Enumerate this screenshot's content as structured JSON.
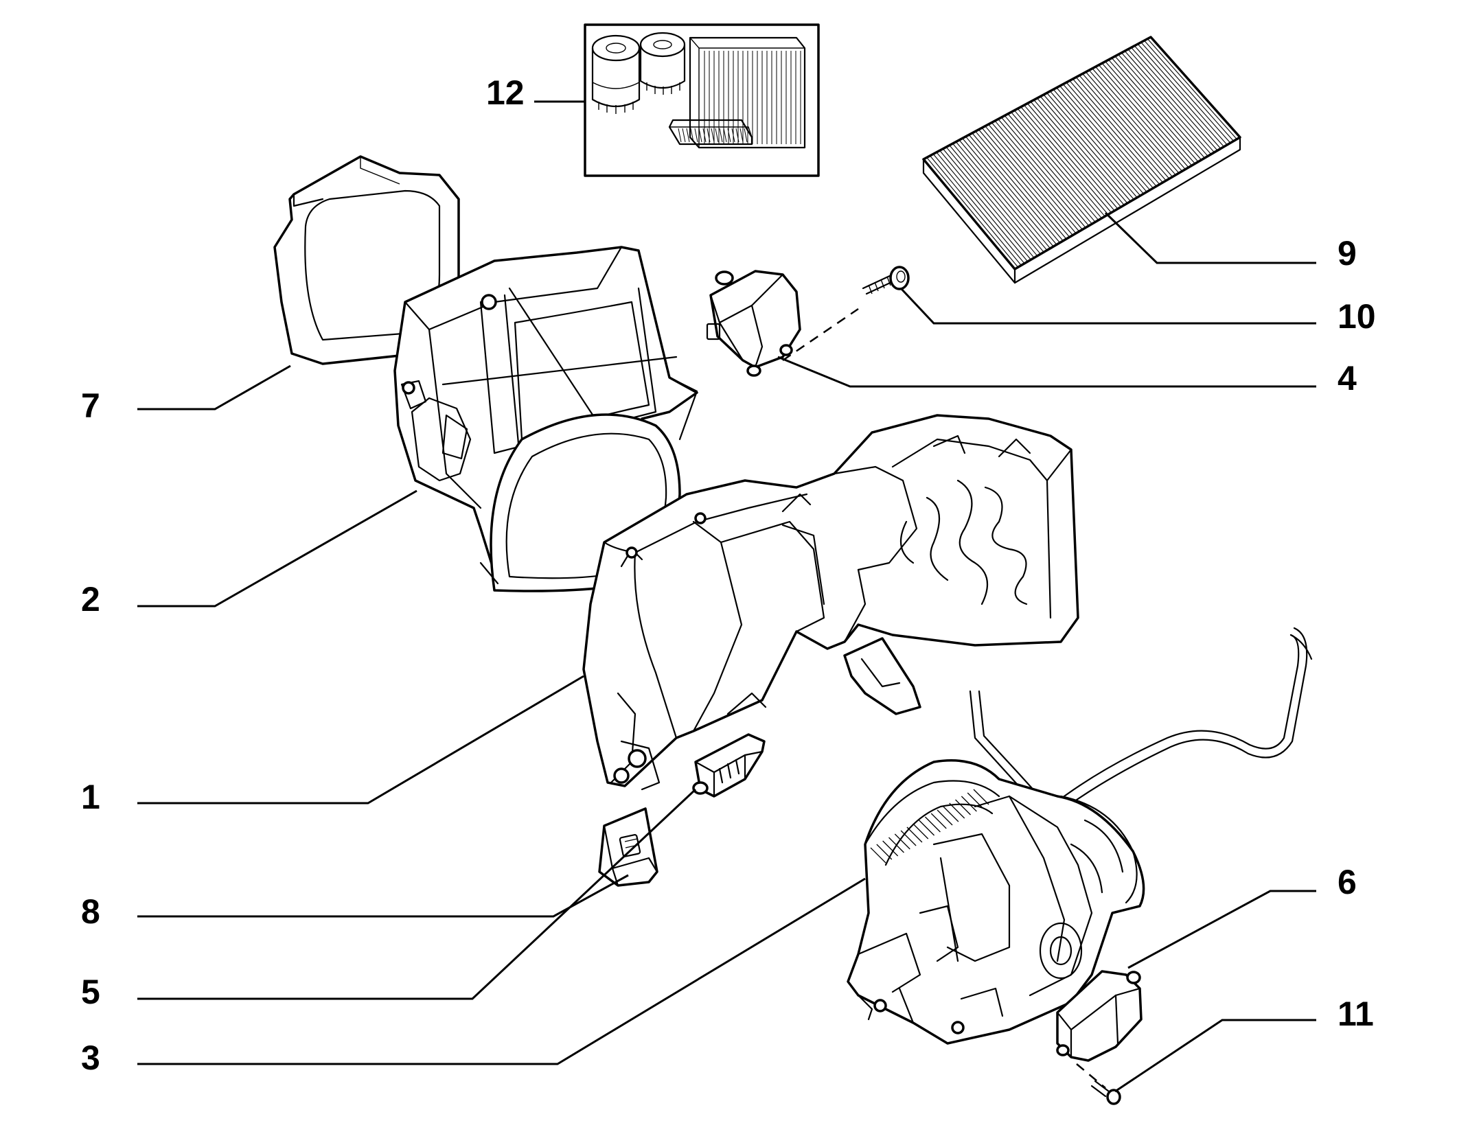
{
  "diagram": {
    "callouts": [
      {
        "id": "12",
        "label": "12"
      },
      {
        "id": "9",
        "label": "9"
      },
      {
        "id": "10",
        "label": "10"
      },
      {
        "id": "4",
        "label": "4"
      },
      {
        "id": "7",
        "label": "7"
      },
      {
        "id": "2",
        "label": "2"
      },
      {
        "id": "1",
        "label": "1"
      },
      {
        "id": "8",
        "label": "8"
      },
      {
        "id": "5",
        "label": "5"
      },
      {
        "id": "3",
        "label": "3"
      },
      {
        "id": "6",
        "label": "6"
      },
      {
        "id": "11",
        "label": "11"
      }
    ]
  }
}
